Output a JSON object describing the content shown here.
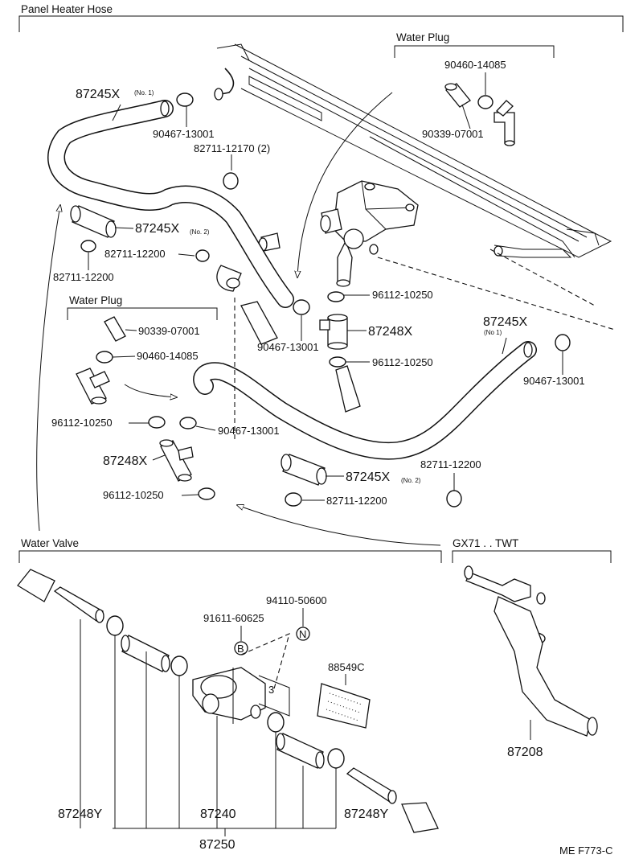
{
  "sections": {
    "panel_heater_hose": "Panel Heater Hose",
    "water_plug_top": "Water Plug",
    "water_plug_left": "Water Plug",
    "water_valve": "Water Valve",
    "gx71_twt": "GX71 . . TWT"
  },
  "labels": {
    "hose_87245x": "87245X",
    "no1": "(No. 1)",
    "no1_spaced": "(No  1)",
    "no2": "(No. 2)",
    "pipe_87248x": "87248X",
    "pipe_87248y": "87248Y",
    "valve_87240": "87240",
    "valve_set_87250": "87250",
    "pipe_87208": "87208",
    "p90467": "90467-13001",
    "p82711_12170": "82711-12170 (2)",
    "p82711_12200": "82711-12200",
    "p90460": "90460-14085",
    "p90339": "90339-07001",
    "p96112": "96112-10250",
    "p94110": "94110-50600",
    "p91611": "91611-60625",
    "p88549c": "88549C"
  },
  "marks": {
    "b": "B",
    "n": "N",
    "bracket": "3"
  },
  "figure_code": "ME F773-C"
}
